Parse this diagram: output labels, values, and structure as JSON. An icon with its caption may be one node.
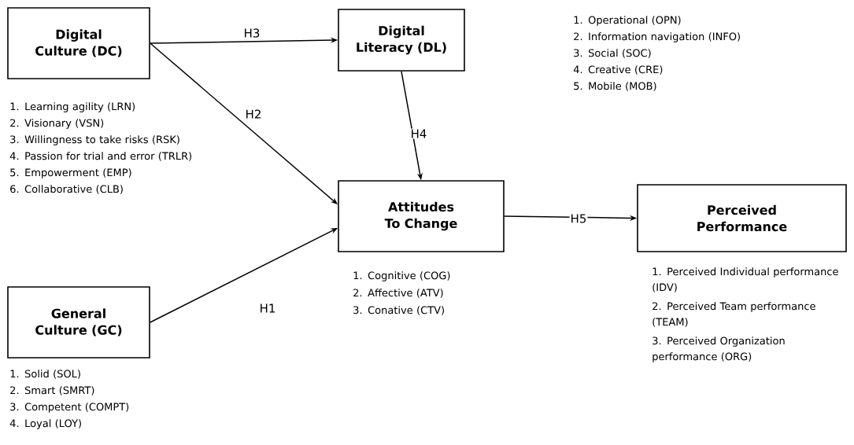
{
  "diagram": {
    "nodes": [
      {
        "text": [
          "Digital Culture (DC)"
        ],
        "beside": [
          "1. Learning agility (LRN)",
          "2. Visionary (VSN)",
          "3. Willingness to take risks (RSK)",
          "4. Passion for trial and error (TRLR)",
          "5. Empowerment (EMP)",
          "6. Collaborative (CLB)"
        ]
      },
      {
        "text": [
          "Digital Literacy (DL)"
        ],
        "beside": [
          "1. Operational (OPN)",
          "2. Information navigation (INFO)",
          "3. Social (SOC)",
          "4. Creative (CRE)",
          "5. Mobile (MOB)"
        ]
      },
      {
        "text": [
          "Attitudes To Change"
        ],
        "beside": [
          "1. Cognitive (COG)",
          "2. Affective (ATV)",
          "3. Conative (CTV)"
        ]
      },
      {
        "text": [
          "Perceived Performance"
        ],
        "beside": [
          "1. Perceived Individual performance (IDV)",
          "2. Perceived Team performance (TEAM)",
          "3. Perceived Organization performance (ORG)"
        ]
      },
      {
        "text": [
          "General Culture (GC)"
        ],
        "beside": [
          "1. Solid (SOL)",
          "2. Smart (SMRT)",
          "3. Competent (COMPT)",
          "4. Loyal (LOY)"
        ]
      }
    ],
    "edges": [
      {
        "from": 0,
        "to": 1,
        "arrow": "to",
        "label": "H3"
      },
      {
        "from": 0,
        "to": 2,
        "arrow": "to",
        "label": "H2"
      },
      {
        "from": 1,
        "to": 2,
        "arrow": "to",
        "label": "H4"
      },
      {
        "from": 4,
        "to": 2,
        "arrow": "to",
        "label": "H1"
      },
      {
        "from": 2,
        "to": 3,
        "arrow": "to",
        "label": "H5"
      }
    ]
  }
}
